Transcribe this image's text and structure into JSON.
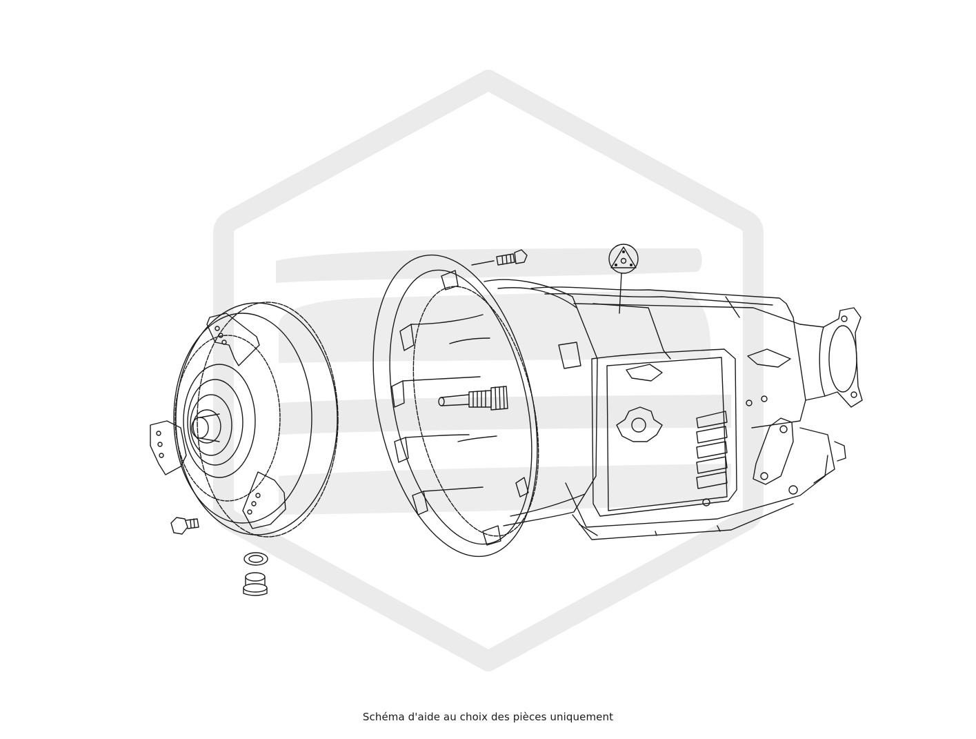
{
  "caption": "Schéma d'aide au choix des pièces uniquement",
  "colors": {
    "line": "#1a1a1a",
    "watermark": "#ebebeb",
    "background": "#ffffff"
  },
  "watermark": {
    "icon": "brand-hexagon-logo-watermark"
  },
  "parts": [
    {
      "name": "torque-converter"
    },
    {
      "name": "transmission-housing"
    },
    {
      "name": "bell-housing"
    },
    {
      "name": "input-shaft"
    },
    {
      "name": "mounting-bolt"
    },
    {
      "name": "converter-bolt"
    },
    {
      "name": "sealing-washer"
    },
    {
      "name": "drain-plug"
    },
    {
      "name": "callout-symbol"
    },
    {
      "name": "output-flange"
    }
  ]
}
